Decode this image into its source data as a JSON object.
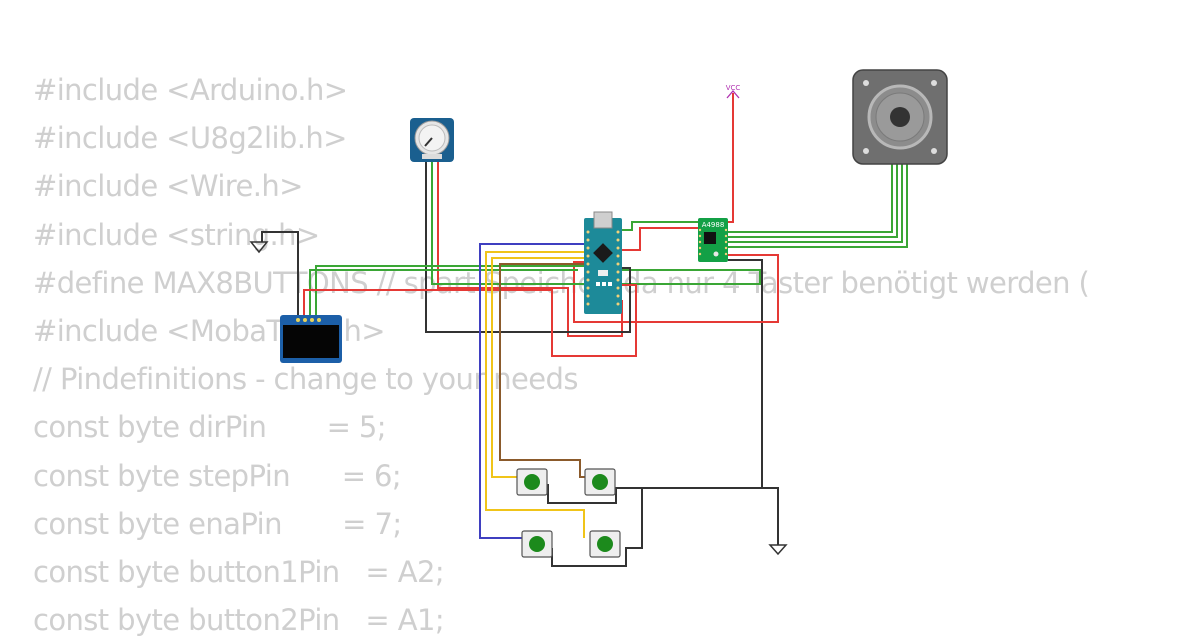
{
  "code_lines": [
    "#include <Arduino.h>",
    "#include <U8g2lib.h>",
    "#include <Wire.h>",
    "#include <string.h>",
    "#define MAX8BUTTONS // spart Speicher, da nur 4 Taster benötigt werden (",
    "#include <MobaTools.h>",
    "// Pindefinitions - change to your needs",
    "const byte dirPin       = 5;",
    "const byte stepPin      = 6;",
    "const byte enaPin       = 7;",
    "const byte button1Pin   = A2;",
    "const byte button2Pin   = A1;"
  ],
  "components": {
    "vcc_label": "VCC",
    "driver_label": "A4988"
  },
  "colors": {
    "code_text": "#cfcfcf",
    "wire_green": "#3aa635",
    "wire_red": "#e53935",
    "wire_black": "#333333",
    "wire_blue": "#3f3fc0",
    "wire_yellow": "#f0c419",
    "wire_brown": "#8b5a2b",
    "arduino_board": "#1d8a99",
    "driver_board": "#13a046",
    "oled_board": "#1c5fa8",
    "pot_board": "#1a5f8f",
    "button_cap": "#1c8a1c"
  }
}
